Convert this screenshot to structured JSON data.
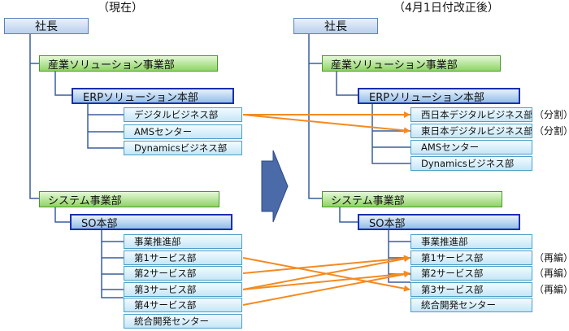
{
  "headers": {
    "current": "（現在）",
    "after": "（4月1日付改正後）"
  },
  "current": {
    "president": "社長",
    "industry_div": "産業ソリューション事業部",
    "erp_hq": "ERPソリューション本部",
    "digital": "デジタルビジネス部",
    "ams": "AMSセンター",
    "dynamics": "Dynamicsビジネス部",
    "system_div": "システム事業部",
    "so_hq": "SO本部",
    "promo": "事業推進部",
    "svc1": "第1サービス部",
    "svc2": "第2サービス部",
    "svc3": "第3サービス部",
    "svc4": "第4サービス部",
    "integrated": "統合開発センター"
  },
  "after": {
    "president": "社長",
    "industry_div": "産業ソリューション事業部",
    "erp_hq": "ERPソリューション本部",
    "west_digital": "西日本デジタルビジネス部",
    "east_digital": "東日本デジタルビジネス部",
    "ams": "AMSセンター",
    "dynamics": "Dynamicsビジネス部",
    "system_div": "システム事業部",
    "so_hq": "SO本部",
    "promo": "事業推進部",
    "svc1": "第1サービス部",
    "svc2": "第2サービス部",
    "svc3": "第3サービス部",
    "integrated": "統合開発センター"
  },
  "notes": {
    "split": "（分割）",
    "reorg": "（再編）"
  },
  "colors": {
    "arrow": "#f58a1f",
    "transition_arrow": "#4a6aa8",
    "line": "#3a5f9e"
  }
}
